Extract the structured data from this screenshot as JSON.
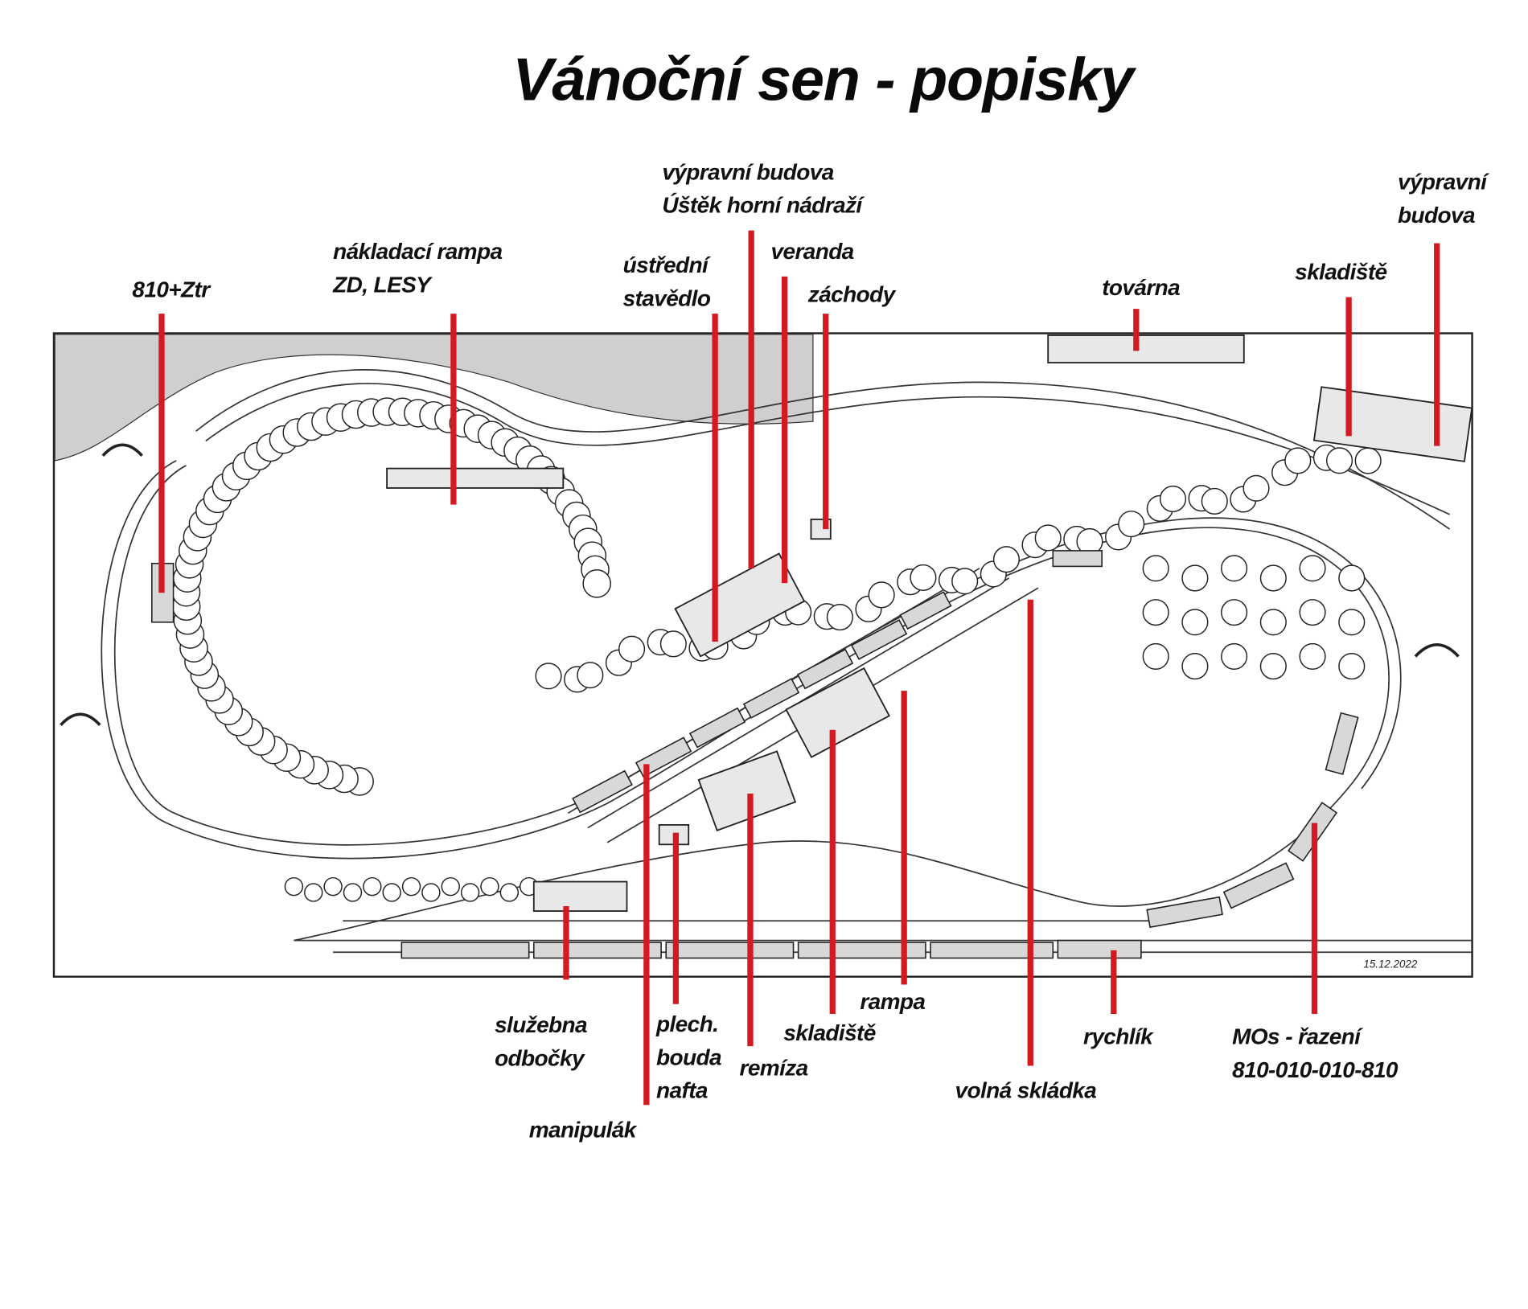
{
  "title": "Vánoční sen - popisky",
  "map": {
    "signature_date": "15.12.2022"
  },
  "labels_top": [
    {
      "id": "810-ztr",
      "lines": [
        "810+Ztr"
      ]
    },
    {
      "id": "nakladaci-rampa",
      "lines": [
        "nákladací rampa",
        "ZD, LESY"
      ]
    },
    {
      "id": "ustredni-stavedlo",
      "lines": [
        "ústřední",
        "stavědlo"
      ]
    },
    {
      "id": "vypravni-budova-ustek",
      "lines": [
        "výpravní budova",
        "Úštěk horní nádraží"
      ]
    },
    {
      "id": "veranda",
      "lines": [
        "veranda"
      ]
    },
    {
      "id": "zachody",
      "lines": [
        "záchody"
      ]
    },
    {
      "id": "tovarna",
      "lines": [
        "továrna"
      ]
    },
    {
      "id": "skladiste-top",
      "lines": [
        "skladiště"
      ]
    },
    {
      "id": "vypravni-budova-right",
      "lines": [
        "výpravní",
        "budova"
      ]
    }
  ],
  "labels_bottom": [
    {
      "id": "sluzebna-odbocky",
      "lines": [
        "služebna",
        "odbočky"
      ]
    },
    {
      "id": "manipulak",
      "lines": [
        "manipulák"
      ]
    },
    {
      "id": "plech-bouda-nafta",
      "lines": [
        "plech.",
        "bouda",
        "nafta"
      ]
    },
    {
      "id": "remiza",
      "lines": [
        "remíza"
      ]
    },
    {
      "id": "skladiste-bottom",
      "lines": [
        "skladiště"
      ]
    },
    {
      "id": "rampa",
      "lines": [
        "rampa"
      ]
    },
    {
      "id": "volna-skladka",
      "lines": [
        "volná skládka"
      ]
    },
    {
      "id": "rychlik",
      "lines": [
        "rychlík"
      ]
    },
    {
      "id": "mos-razeni",
      "lines": [
        "MOs - řazení",
        "810-010-010-810"
      ]
    }
  ],
  "colors": {
    "leader": "#d41a20",
    "ink": "#111111"
  }
}
